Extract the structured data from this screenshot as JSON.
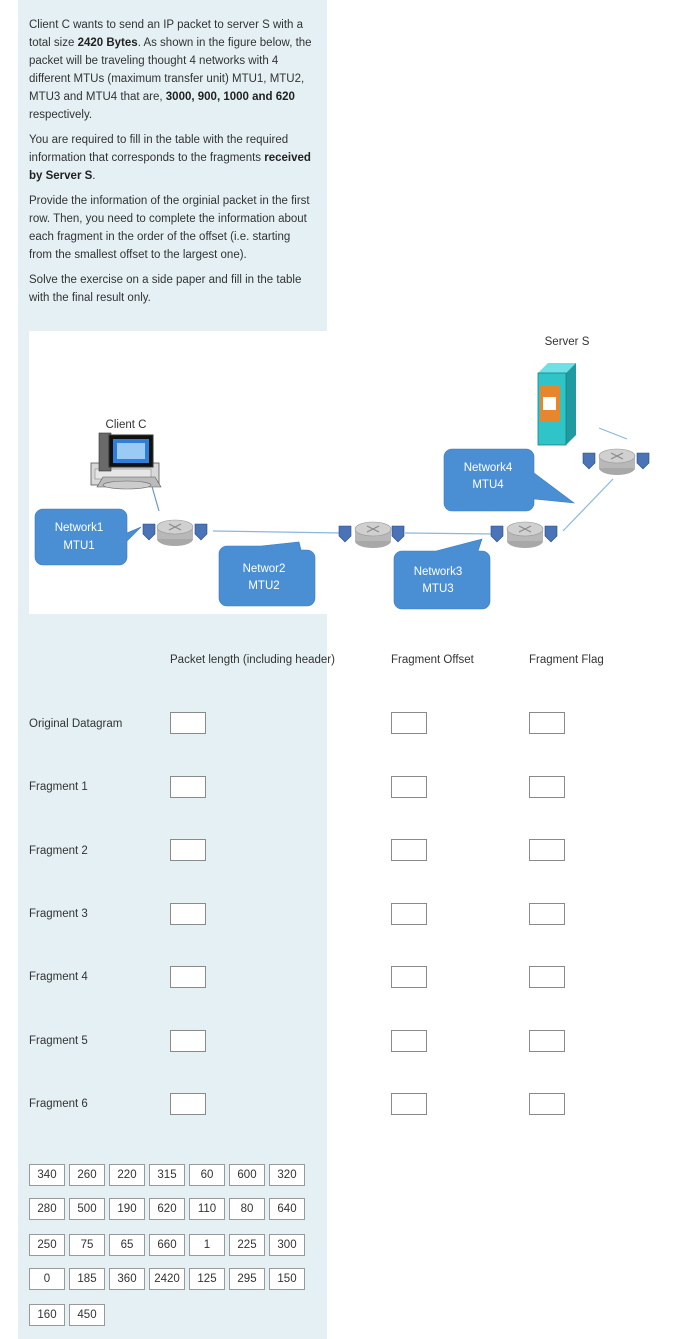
{
  "intro": {
    "p1_a": "Client C wants to send an IP packet to server S with a total size ",
    "p1_size": "2420 Bytes",
    "p1_b": ". As shown in the figure below, the packet will be traveling thought 4 networks with 4 different MTUs (maximum transfer unit) MTU1, MTU2, MTU3 and MTU4 that are, ",
    "p1_mtus": "3000, 900, 1000 and 620",
    "p1_c": " respectively.",
    "p2_a": "You are required to fill in the table with the required information that corresponds to the fragments ",
    "p2_b": "received by Server S",
    "p2_c": ".",
    "p3": "Provide the information of the orginial packet in the first row. Then, you need to complete the information about each fragment in the order of the offset (i.e. starting from the smallest offset to the largest one).",
    "p4": "Solve the exercise on a side paper and fill in the table with the final result only."
  },
  "diagram": {
    "server_label": "Server S",
    "client_label": "Client C",
    "callouts": [
      {
        "name": "Network1",
        "mtu": "MTU1"
      },
      {
        "name": "Networ2",
        "mtu": "MTU2"
      },
      {
        "name": "Network3",
        "mtu": "MTU3"
      },
      {
        "name": "Network4",
        "mtu": "MTU4"
      }
    ],
    "colors": {
      "callout_fill": "#4a8fd4",
      "router_body": "#c8c8c8",
      "router_port": "#4a73b8",
      "server_teal": "#2ec4c8",
      "link": "#8ab8dc"
    }
  },
  "table": {
    "headers": [
      "Packet length (including header)",
      "Fragment Offset",
      "Fragment Flag"
    ],
    "rows": [
      "Original Datagram",
      "Fragment 1",
      "Fragment 2",
      "Fragment 3",
      "Fragment 4",
      "Fragment 5",
      "Fragment 6"
    ]
  },
  "answer_bank": {
    "rows": [
      [
        "340",
        "260",
        "220",
        "315",
        "60",
        "600",
        "320"
      ],
      [
        "280",
        "500",
        "190",
        "620",
        "110",
        "80",
        "640"
      ],
      [
        "250",
        "75",
        "65",
        "660",
        "1",
        "225",
        "300"
      ],
      [
        "0",
        "185",
        "360",
        "2420",
        "125",
        "295",
        "150"
      ],
      [
        "160",
        "450"
      ]
    ]
  }
}
